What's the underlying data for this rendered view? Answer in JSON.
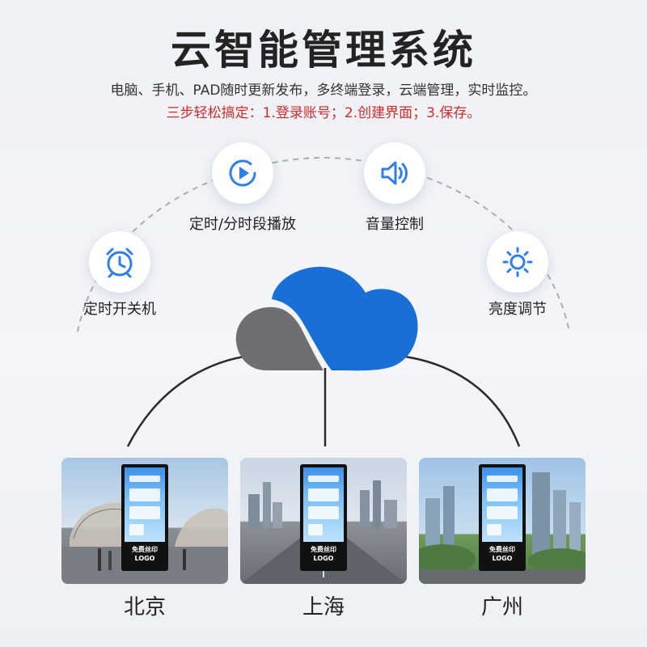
{
  "header": {
    "title": "云智能管理系统",
    "subtitle": "电脑、手机、PAD随时更新发布，多终端登录，云端管理，实时监控。",
    "steps": "三步轻松搞定：1.登录账号；2.创建界面；3.保存。"
  },
  "features": [
    {
      "label": "定时开关机",
      "icon": "alarm-clock-icon"
    },
    {
      "label": "定时/分时段播放",
      "icon": "play-icon"
    },
    {
      "label": "音量控制",
      "icon": "speaker-icon"
    },
    {
      "label": "亮度调节",
      "icon": "sun-icon"
    }
  ],
  "cities": [
    {
      "label": "北京",
      "kiosk_text": "免费丝印\nLOGO"
    },
    {
      "label": "上海",
      "kiosk_text": "免费丝印\nLOGO"
    },
    {
      "label": "广州",
      "kiosk_text": "免费丝印\nLOGO"
    }
  ],
  "colors": {
    "accent_blue": "#2f7fe8",
    "cloud_blue": "#1a6fd6",
    "cloud_gray": "#6e6f73",
    "red_text": "#d42a2a"
  }
}
